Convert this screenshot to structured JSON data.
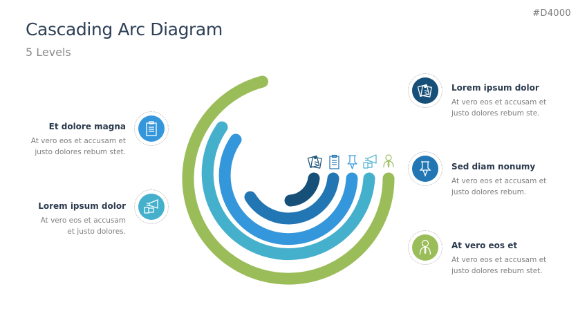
{
  "slide_code": "#D4000",
  "title": "Cascading Arc Diagram",
  "subtitle": "5 Levels",
  "colors": {
    "level1": "#164f77",
    "level2": "#2276b3",
    "level3": "#3597db",
    "level4": "#45b0cc",
    "level5": "#9bbd59"
  },
  "arc_icons": [
    "sticky-notes-icon",
    "clipboard-icon",
    "pushpin-icon",
    "megaphone-icon",
    "businessman-icon"
  ],
  "items": [
    {
      "heading": "Lorem ipsum dolor",
      "text1": "At vero eos et accusam et",
      "text2": "justo dolores rebum ste.",
      "icon": "sticky-notes-icon",
      "color": "#164f77"
    },
    {
      "heading": "Et dolore magna",
      "text1": "At vero eos et accusam et",
      "text2": "justo dolores rebum stet.",
      "icon": "clipboard-icon",
      "color": "#3597db"
    },
    {
      "heading": "Sed diam nonumy",
      "text1": "At vero eos et accusam et",
      "text2": "justo dolores rebum.",
      "icon": "pushpin-icon",
      "color": "#2276b3"
    },
    {
      "heading": "Lorem ipsum dolor",
      "text1": "At vero eos et accusam",
      "text2": "et justo dolores.",
      "icon": "megaphone-icon",
      "color": "#45b0cc"
    },
    {
      "heading": "At vero eos et",
      "text1": "At vero eos et accusam et",
      "text2": "justo dolores rebum stet.",
      "icon": "businessman-icon",
      "color": "#9bbd59"
    }
  ]
}
